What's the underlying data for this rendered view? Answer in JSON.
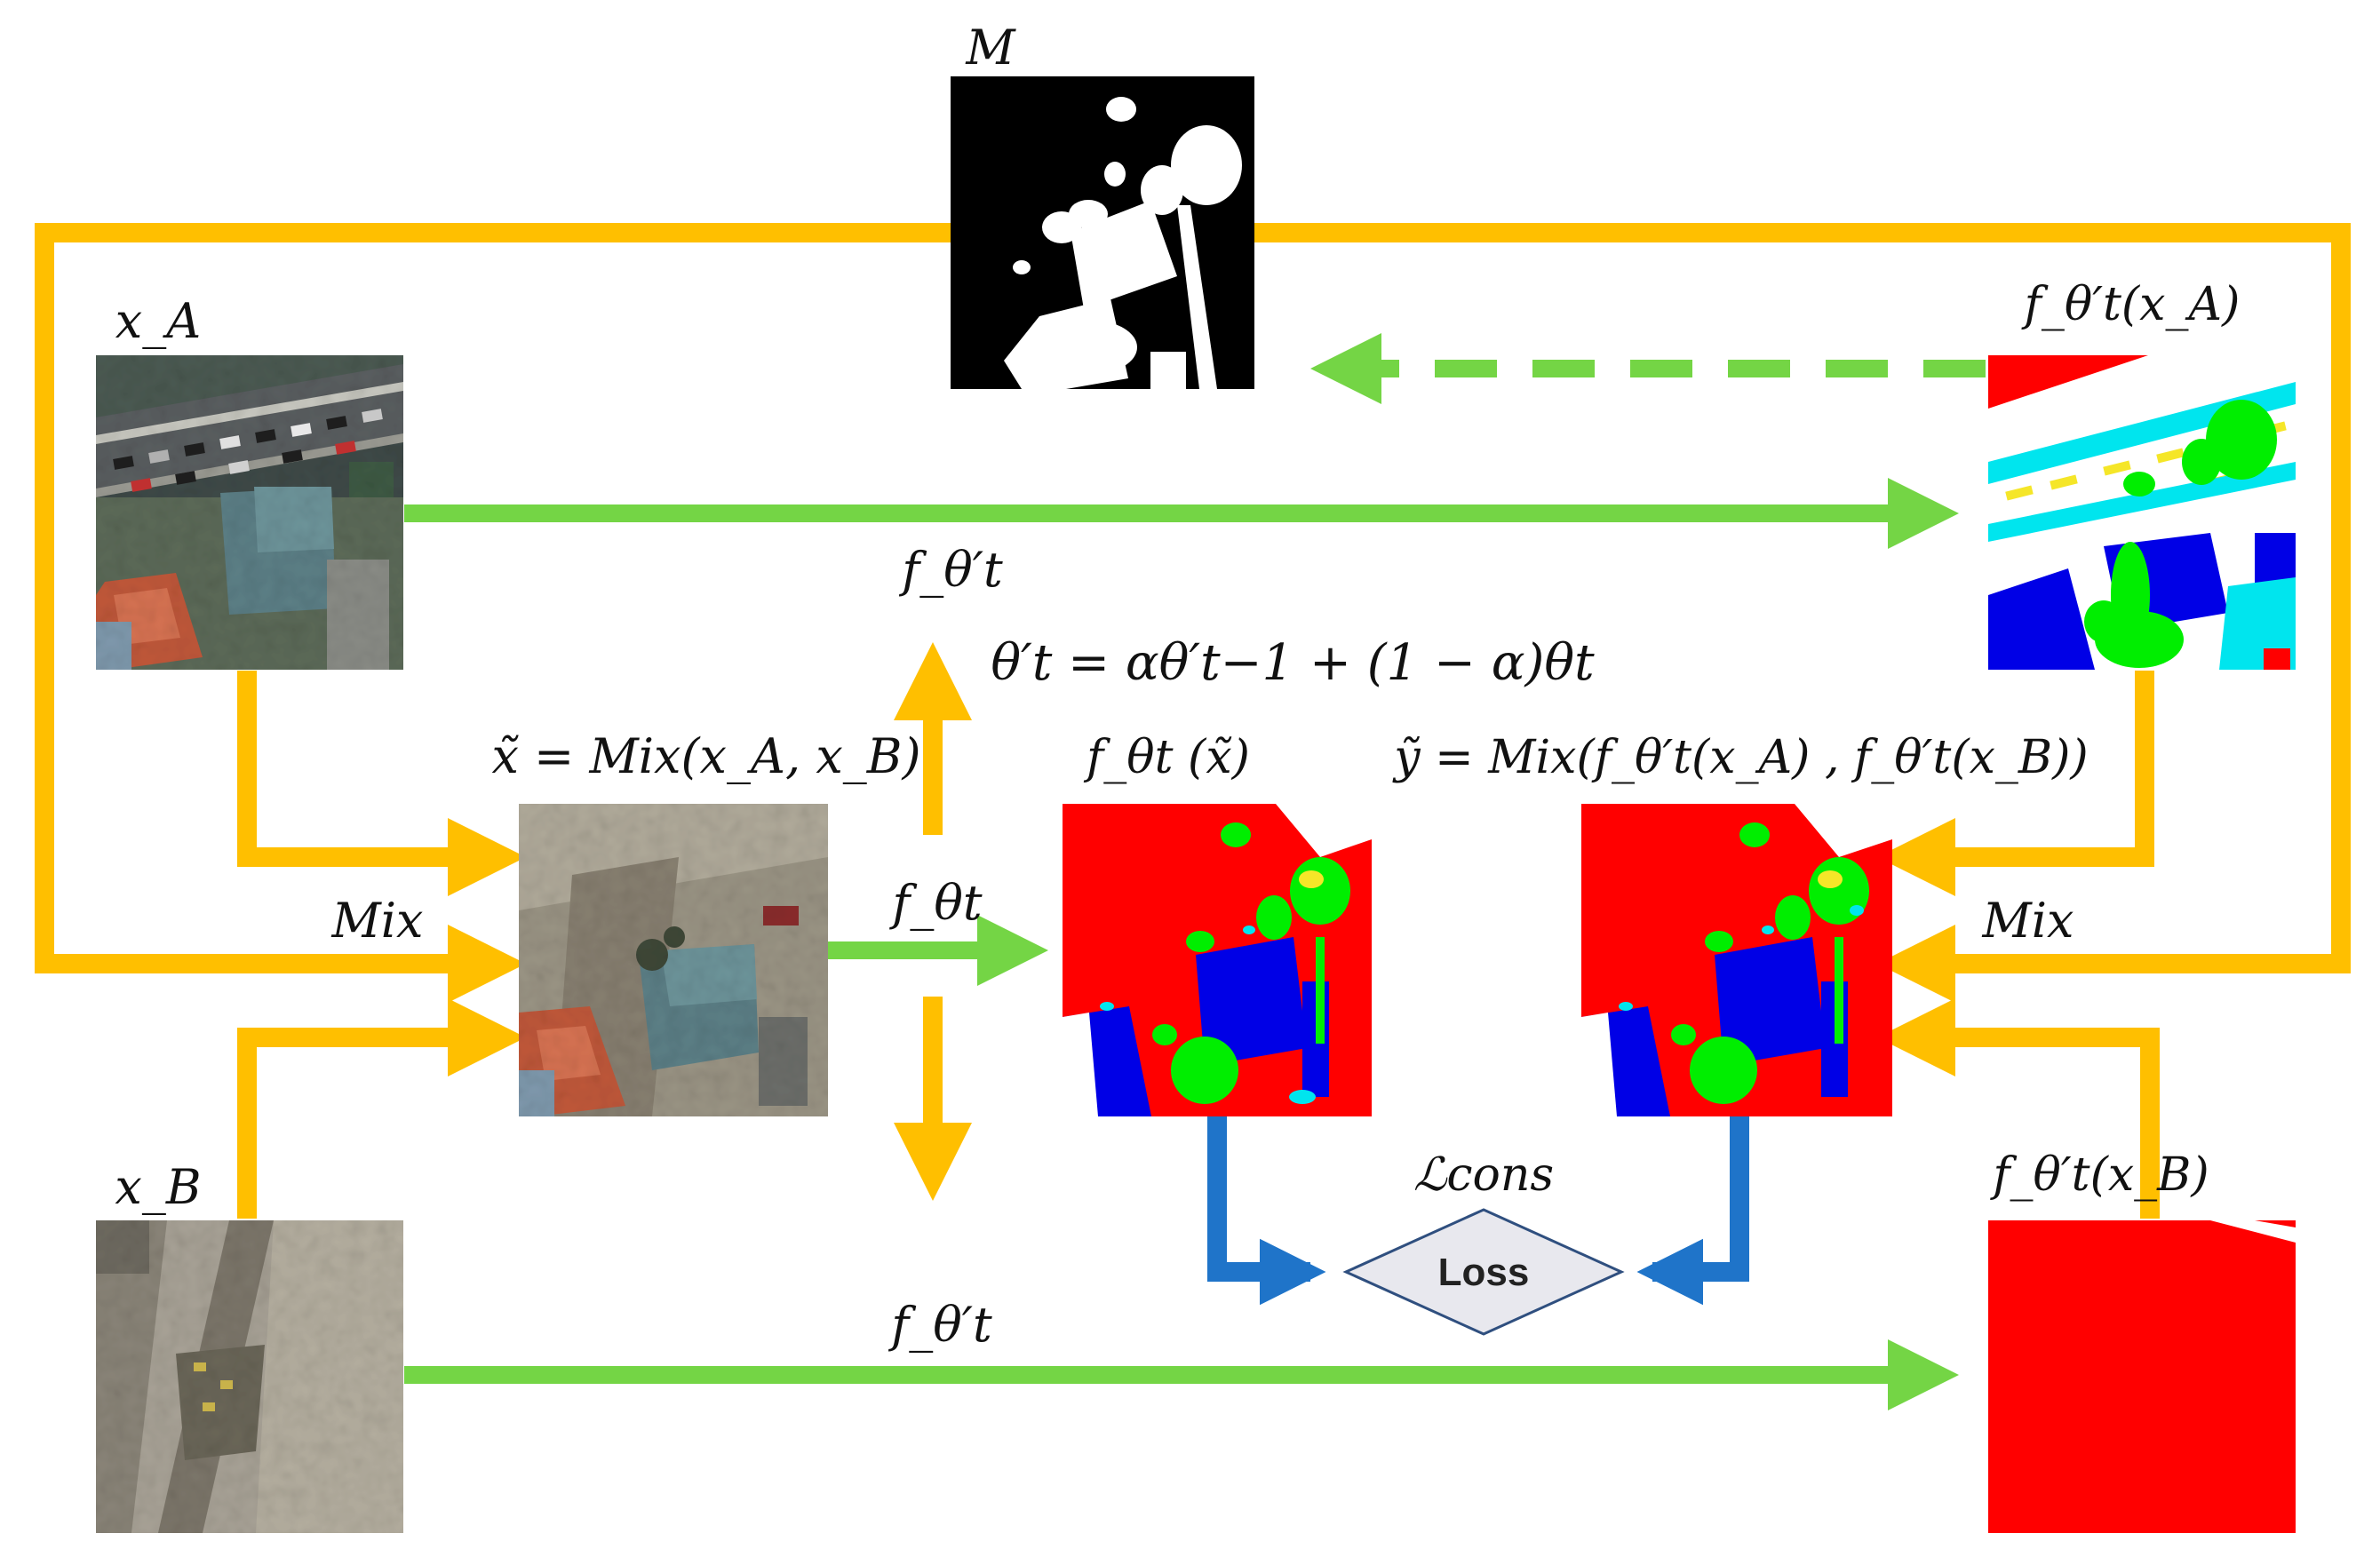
{
  "colors": {
    "mix_arrow": "#FFBF00",
    "model_arrow": "#74D545",
    "loss_arrow": "#1F74C9",
    "seg_building": "#0000E6",
    "seg_background": "#FF0000",
    "seg_tree": "#00EE00",
    "seg_impervious": "#FFFFFF",
    "seg_low_veg": "#00E5EE",
    "seg_car": "#F5E628",
    "diamond_fill": "#E8E8EE",
    "diamond_stroke": "#2F4F7F"
  },
  "labels": {
    "mask": "M",
    "xa_label": "x_A",
    "xb_label": "x_B",
    "pred_a": "f_θ′t(x_A)",
    "pred_b": "f_θ′t(x_B)",
    "mixed_input": "x̃ = Mix(x_A, x_B)",
    "student_pred": "f_θt (x̃)",
    "mixed_pseudo": "ỹ = Mix(f_θ′t(x_A) , f_θ′t(x_B))",
    "ema_update": "θ′t = αθ′t−1 + (1 − α)θt",
    "teacher_fn_top": "f_θ′t",
    "teacher_fn_bottom": "f_θ′t",
    "student_fn": "f_θt",
    "mix_left": "Mix",
    "mix_right": "Mix",
    "loss_symbol": "ℒcons",
    "loss_box": "Loss"
  },
  "nodes": [
    {
      "id": "image-xa",
      "kind": "aerial-photo"
    },
    {
      "id": "image-xb",
      "kind": "aerial-photo"
    },
    {
      "id": "image-mixed",
      "kind": "aerial-photo"
    },
    {
      "id": "mask-m",
      "kind": "binary-mask"
    },
    {
      "id": "seg-pred-a",
      "kind": "segmentation-map"
    },
    {
      "id": "seg-pred-b",
      "kind": "segmentation-map"
    },
    {
      "id": "seg-student",
      "kind": "segmentation-map"
    },
    {
      "id": "seg-mixed-pseudo",
      "kind": "segmentation-map"
    },
    {
      "id": "loss-node",
      "kind": "diamond"
    }
  ],
  "edges": [
    {
      "from": "image-xa",
      "to": "seg-pred-a",
      "style": "solid-green"
    },
    {
      "from": "image-xb",
      "to": "seg-pred-b",
      "style": "solid-green"
    },
    {
      "from": "seg-pred-a",
      "to": "mask-m",
      "style": "dashed-green"
    },
    {
      "from": "image-xa",
      "to": "image-mixed",
      "style": "orange"
    },
    {
      "from": "image-xb",
      "to": "image-mixed",
      "style": "orange"
    },
    {
      "from": "mask-m",
      "to": "image-mixed",
      "style": "orange"
    },
    {
      "from": "mask-m",
      "to": "seg-mixed-pseudo",
      "style": "orange"
    },
    {
      "from": "seg-pred-a",
      "to": "seg-mixed-pseudo",
      "style": "orange"
    },
    {
      "from": "seg-pred-b",
      "to": "seg-mixed-pseudo",
      "style": "orange"
    },
    {
      "from": "image-mixed",
      "to": "seg-student",
      "style": "solid-green"
    },
    {
      "from": "seg-student",
      "to": "loss-node",
      "style": "blue"
    },
    {
      "from": "seg-mixed-pseudo",
      "to": "loss-node",
      "style": "blue"
    }
  ]
}
